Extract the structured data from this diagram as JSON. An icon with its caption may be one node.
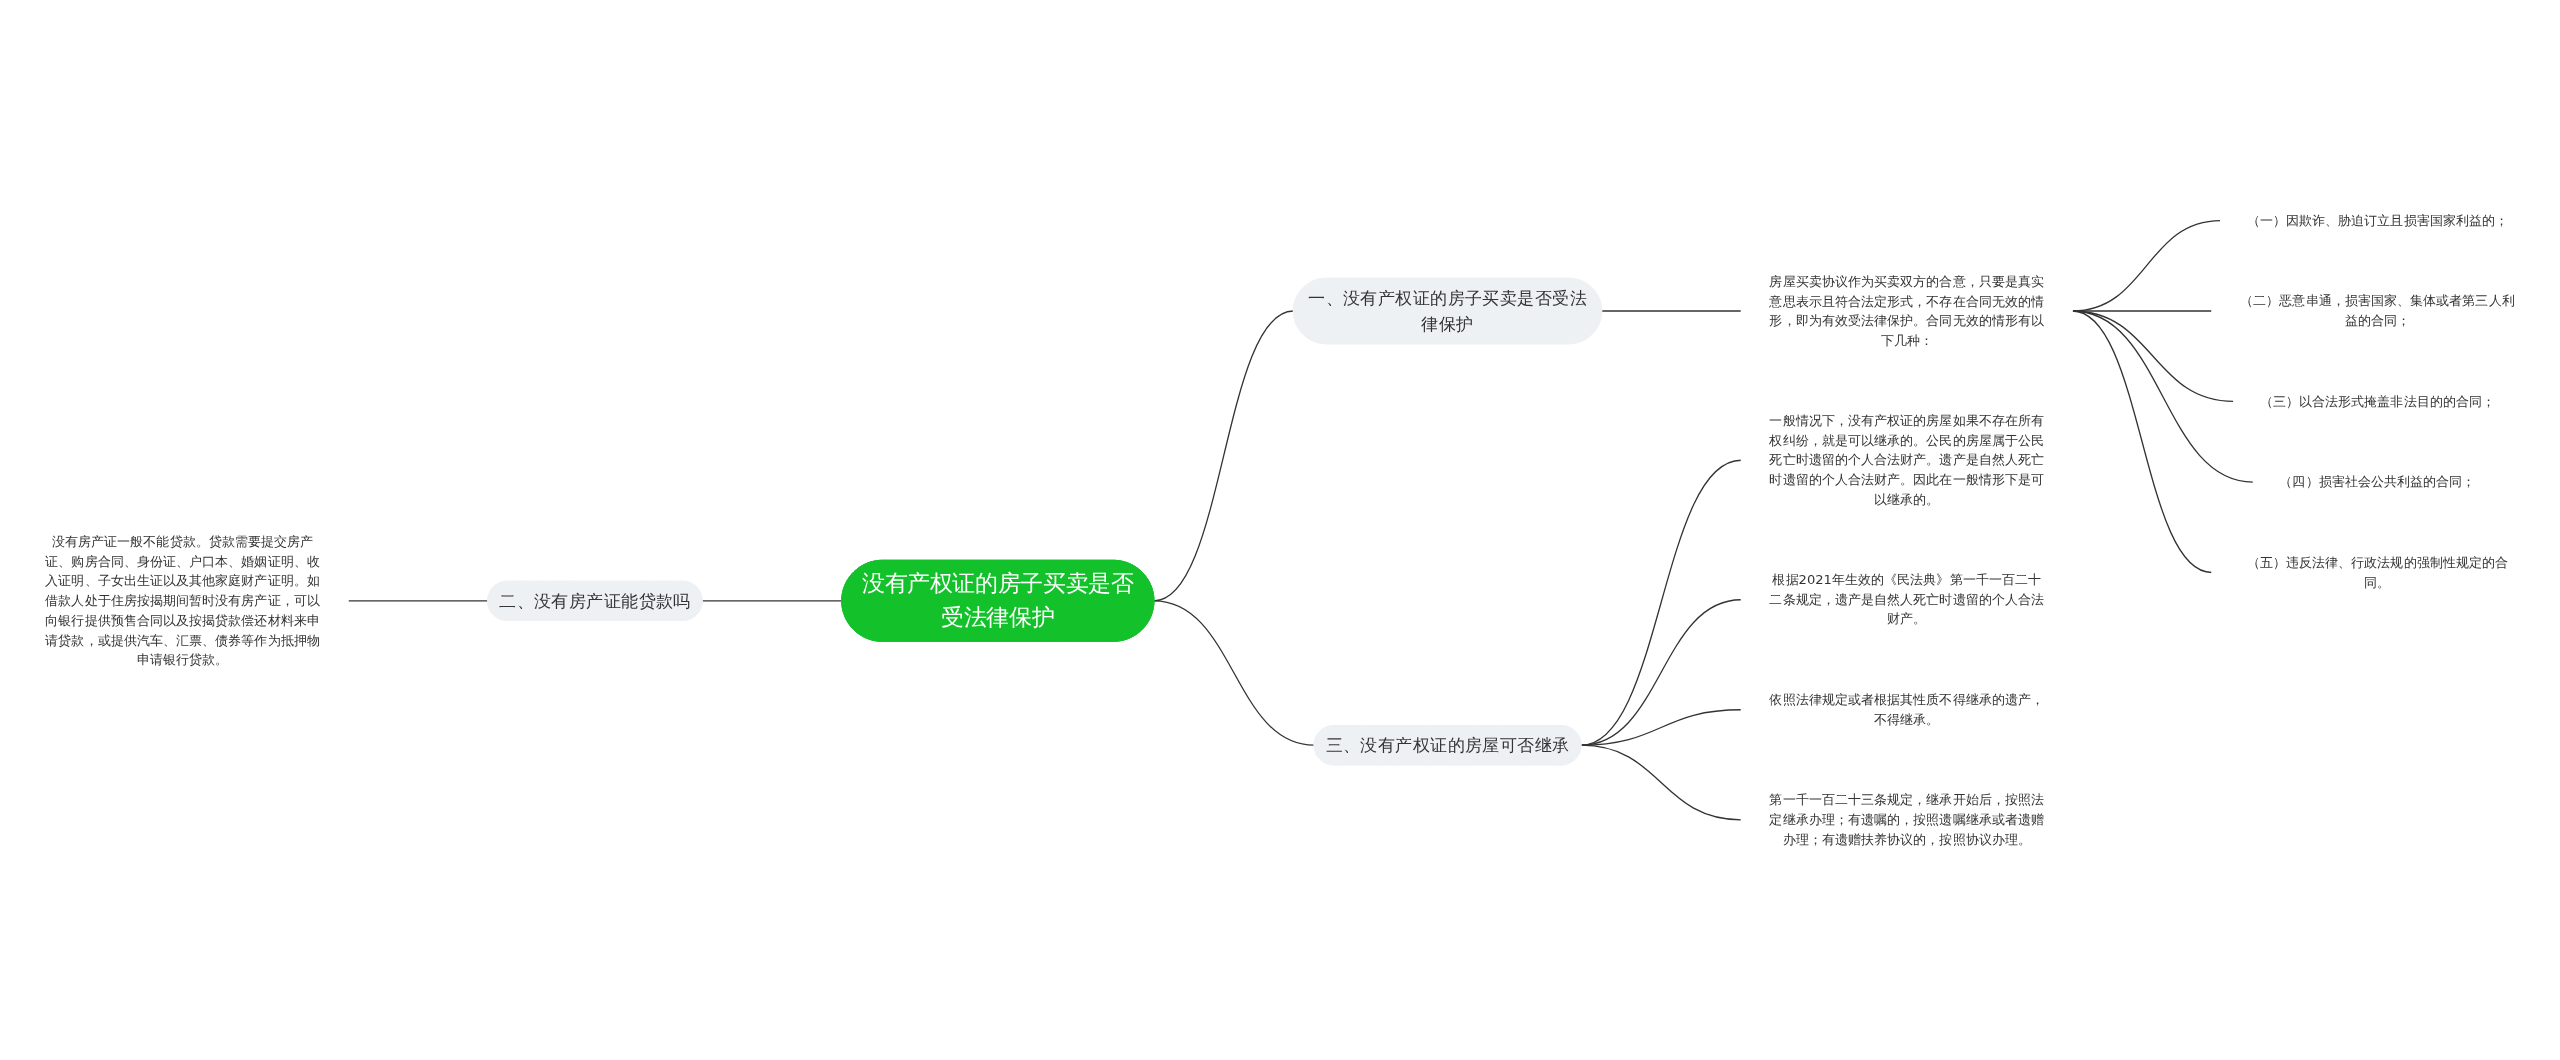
{
  "diagram": {
    "nodes": [
      {
        "text": [
          "没有产权证的房子买卖是否受法律保护"
        ]
      },
      {
        "text": [
          "一、没有产权证的房子买卖是否受法律保护"
        ]
      },
      {
        "text": [
          "房屋买卖协议作为买卖双方的合意，只要是真实意思表示且符合法定形式，不存在合同无效的情形，即为有效受法律保护。合同无效的情形有以下几种："
        ]
      },
      {
        "text": [
          "（一）因欺诈、胁迫订立且损害国家利益的；"
        ]
      },
      {
        "text": [
          "（二）恶意串通，损害国家、集体或者第三人利益的合同；"
        ]
      },
      {
        "text": [
          "（三）以合法形式掩盖非法目的的合同；"
        ]
      },
      {
        "text": [
          "（四）损害社会公共利益的合同；"
        ]
      },
      {
        "text": [
          "（五）违反法律、行政法规的强制性规定的合同。"
        ]
      },
      {
        "text": [
          "二、没有房产证能贷款吗"
        ]
      },
      {
        "text": [
          "没有房产证一般不能贷款。贷款需要提交房产证、购房合同、身份证、户口本、婚姻证明、收入证明、子女出生证以及其他家庭财产证明。如借款人处于住房按揭期间暂时没有房产证，可以向银行提供预售合同以及按揭贷款偿还材料来申请贷款，或提供汽车、汇票、债券等作为抵押物申请银行贷款。"
        ]
      },
      {
        "text": [
          "三、没有产权证的房屋可否继承"
        ]
      },
      {
        "text": [
          "一般情况下，没有产权证的房屋如果不存在所有权纠纷，就是可以继承的。公民的房屋属于公民死亡时遗留的个人合法财产。遗产是自然人死亡时遗留的个人合法财产。因此在一般情形下是可以继承的。"
        ]
      },
      {
        "text": [
          "根据2021年生效的《民法典》第一千一百二十二条规定，遗产是自然人死亡时遗留的个人合法财产。"
        ]
      },
      {
        "text": [
          "依照法律规定或者根据其性质不得继承的遗产，不得继承。"
        ]
      },
      {
        "text": [
          "第一千一百二十三条规定，继承开始后，按照法定继承办理；有遗嘱的，按照遗嘱继承或者遗赠办理；有遗赠扶养协议的，按照协议办理。"
        ]
      }
    ],
    "edges": [
      {
        "from": 0,
        "to": 1,
        "arrow": "none"
      },
      {
        "from": 1,
        "to": 2,
        "arrow": "none"
      },
      {
        "from": 2,
        "to": 3,
        "arrow": "none"
      },
      {
        "from": 2,
        "to": 4,
        "arrow": "none"
      },
      {
        "from": 2,
        "to": 5,
        "arrow": "none"
      },
      {
        "from": 2,
        "to": 6,
        "arrow": "none"
      },
      {
        "from": 2,
        "to": 7,
        "arrow": "none"
      },
      {
        "from": 9,
        "to": 8,
        "arrow": "none"
      },
      {
        "from": 8,
        "to": 0,
        "arrow": "none"
      },
      {
        "from": 0,
        "to": 10,
        "arrow": "none"
      },
      {
        "from": 10,
        "to": 11,
        "arrow": "none"
      },
      {
        "from": 10,
        "to": 12,
        "arrow": "none"
      },
      {
        "from": 10,
        "to": 13,
        "arrow": "none"
      },
      {
        "from": 10,
        "to": 14,
        "arrow": "none"
      }
    ]
  }
}
